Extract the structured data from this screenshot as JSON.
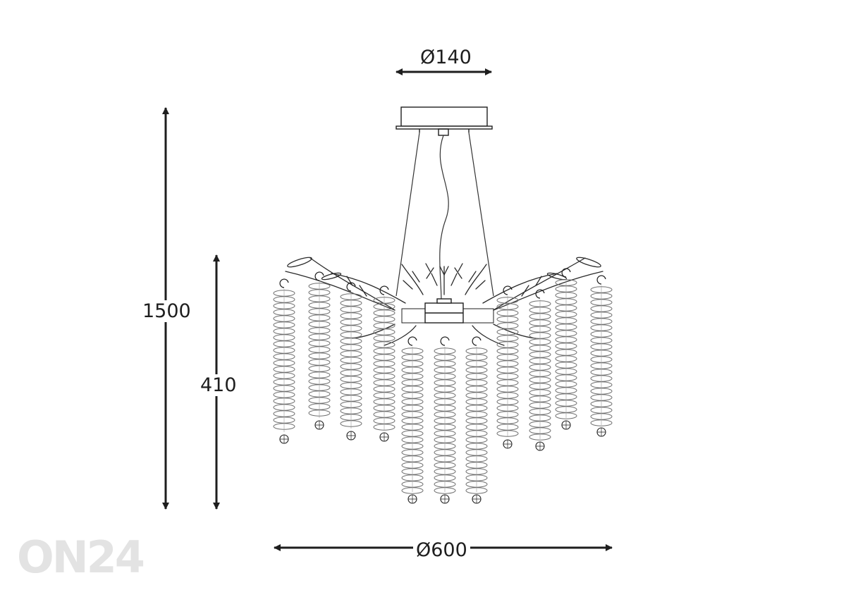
{
  "diagram": {
    "dimensions": {
      "canopy_diameter": "Ø140",
      "total_height": "1500",
      "body_height": "410",
      "body_diameter": "Ø600"
    },
    "watermark": "ON24",
    "colors": {
      "line": "#1e1e1e",
      "crystal": "#6e6e6e",
      "watermark": "#e3e3e3",
      "background": "#ffffff"
    }
  }
}
